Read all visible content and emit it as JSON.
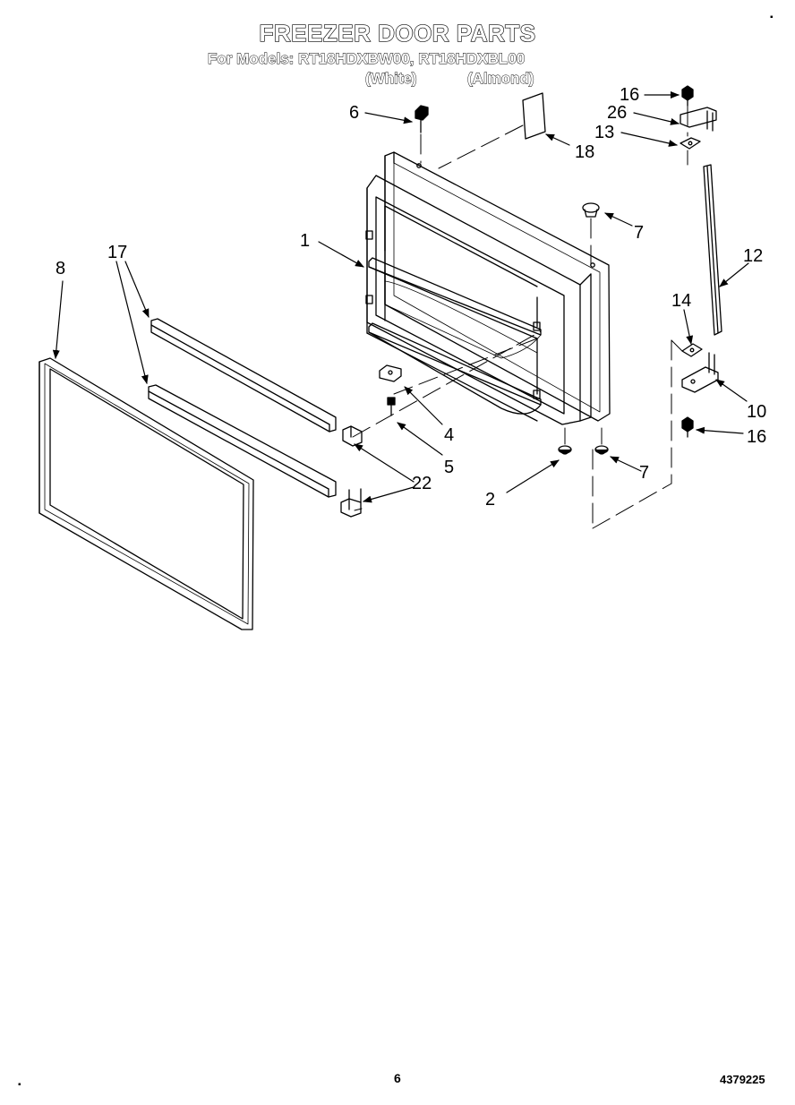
{
  "header": {
    "title": "FREEZER DOOR PARTS",
    "models_line": "For Models: RT18HDXBW00, RT18HDXBL00",
    "variant_white": "(White)",
    "variant_almond": "(Almond)"
  },
  "callouts": {
    "c1": "1",
    "c2": "2",
    "c4": "4",
    "c5": "5",
    "c6": "6",
    "c7a": "7",
    "c7b": "7",
    "c8": "8",
    "c10": "10",
    "c12": "12",
    "c13": "13",
    "c14": "14",
    "c16a": "16",
    "c16b": "16",
    "c17": "17",
    "c18": "18",
    "c22": "22",
    "c26": "26"
  },
  "footer": {
    "page_number": "6",
    "doc_number": "4379225"
  }
}
